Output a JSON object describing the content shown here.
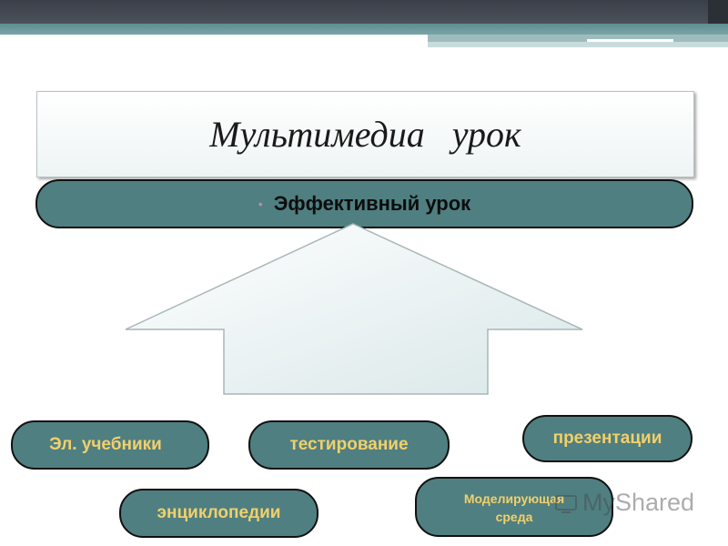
{
  "slide": {
    "title": "Мультимедиа   урок",
    "effective": "Эффективный урок",
    "items": {
      "textbooks": "Эл. учебники",
      "testing": "тестирование",
      "presentations": "презентации",
      "encyclopedias": "энциклопедии",
      "modeling_line1": "Моделирующая",
      "modeling_line2": "среда"
    },
    "watermark": "MyShared"
  },
  "colors": {
    "pill_fill": "#4f7f81",
    "pill_text": "#f2d06a",
    "header_dark": "#3a3f48",
    "header_teal": "#6f9c9e"
  }
}
